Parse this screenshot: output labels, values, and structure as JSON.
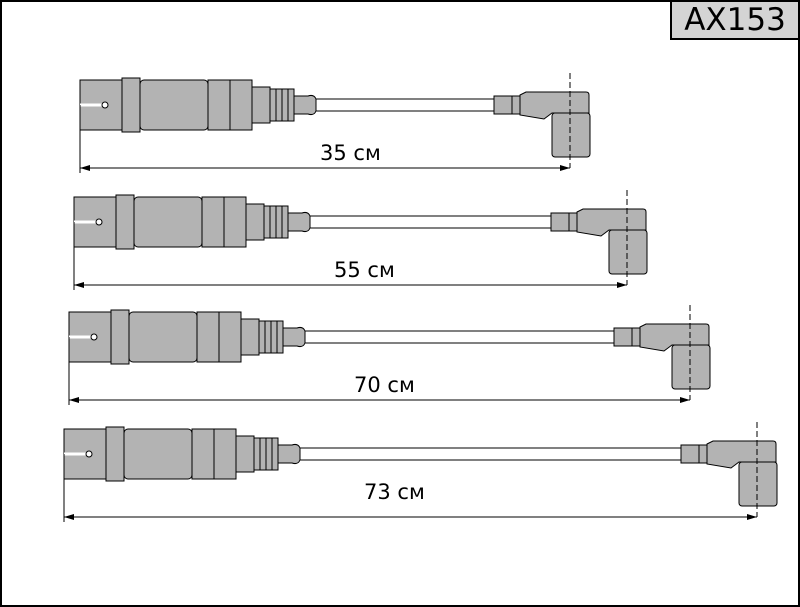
{
  "part_code": "AX153",
  "colors": {
    "body": "#b3b3b3",
    "outline": "#000000"
  },
  "cables": [
    {
      "length_label": "35 см"
    },
    {
      "length_label": "55 см"
    },
    {
      "length_label": "70 см"
    },
    {
      "length_label": "73 см"
    }
  ]
}
